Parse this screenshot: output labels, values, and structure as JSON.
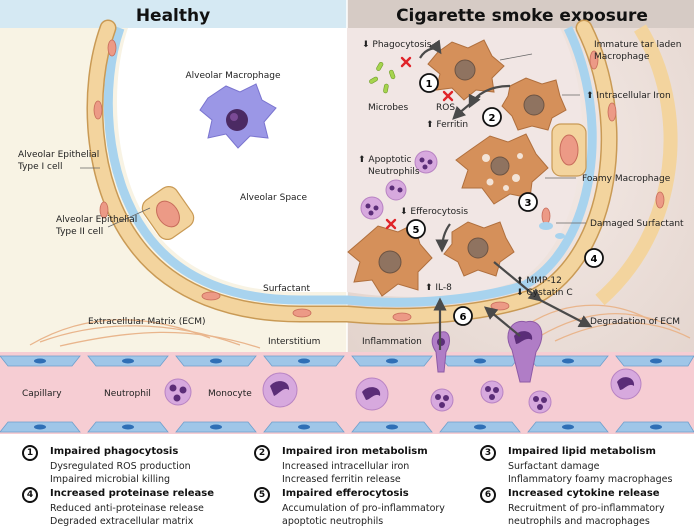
{
  "titles": {
    "healthy": "Healthy",
    "smoke": "Cigarette smoke exposure"
  },
  "healthy_labels": {
    "alveolar_macrophage": "Alveolar Macrophage",
    "type1": [
      "Alveolar Epithelial",
      "Type I cell"
    ],
    "type2": [
      "Alveolar Epithelial",
      "Type II cell"
    ],
    "alveolar_space": "Alveolar Space",
    "surfactant": "Surfactant",
    "ecm": "Extracellular Matrix (ECM)",
    "interstitium": "Interstitium",
    "capillary": "Capillary",
    "neutrophil": "Neutrophil",
    "monocyte": "Monocyte"
  },
  "smoke_labels": {
    "phagocytosis": "Phagocytosis",
    "immature": [
      "Immature tar laden",
      "Macrophage"
    ],
    "microbes": "Microbes",
    "ros": "ROS",
    "ferritin": "Ferritin",
    "intracellular_iron": "Intracellular Iron",
    "apoptotic": [
      "Apoptotic",
      "Neutrophils"
    ],
    "foamy": "Foamy Macrophage",
    "efferocytosis": "Efferocytosis",
    "damaged_surfactant": "Damaged Surfactant",
    "mmp12": "MMP-12",
    "cystatin": "Cystatin C",
    "il8": "IL-8",
    "degradation": "Degradation of ECM",
    "inflammation": "Inflammation"
  },
  "step_numbers": [
    "1",
    "2",
    "3",
    "4",
    "5",
    "6"
  ],
  "legend": [
    {
      "num": "1",
      "title": "Impaired phagocytosis",
      "lines": [
        "Dysregulated ROS production",
        "Impaired microbial killing"
      ]
    },
    {
      "num": "2",
      "title": "Impaired iron metabolism",
      "lines": [
        "Increased intracellular iron",
        "Increased ferritin release"
      ]
    },
    {
      "num": "3",
      "title": "Impaired lipid metabolism",
      "lines": [
        "Surfactant damage",
        "Inflammatory foamy macrophages"
      ]
    },
    {
      "num": "4",
      "title": "Increased proteinase release",
      "lines": [
        "Reduced anti-proteinase release",
        "Degraded extracellular matrix"
      ]
    },
    {
      "num": "5",
      "title": "Impaired efferocytosis",
      "lines": [
        "Accumulation of pro-inflammatory",
        "apoptotic neutrophils"
      ]
    },
    {
      "num": "6",
      "title": "Increased cytokine release",
      "lines": [
        "Recruitment of pro-inflammatory",
        "neutrophils and macrophages"
      ]
    }
  ],
  "colors": {
    "healthy_bg": "#f8f3e4",
    "healthy_header": "#d5e9f3",
    "smoke_bg": "#e9ddd7",
    "smoke_header": "#d6cbc5",
    "epithelium": "#f3d49e",
    "epithelium_edge": "#c99a55",
    "surfactant": "#a8d3ee",
    "nucleus": "#ec9a86",
    "macrophage": "#9b97e6",
    "macrophage_nucleus": "#4b2a63",
    "tar_macrophage": "#d5905a",
    "tar_nucleus": "#8f7360",
    "capillary": "#f6cdd3",
    "endothelium": "#9fc6e8",
    "neutrophil": "#d7a9de",
    "inhibit": "#e0242a"
  },
  "icons": [
    "red-x-icon",
    "up-arrow-icon",
    "down-arrow-icon"
  ]
}
